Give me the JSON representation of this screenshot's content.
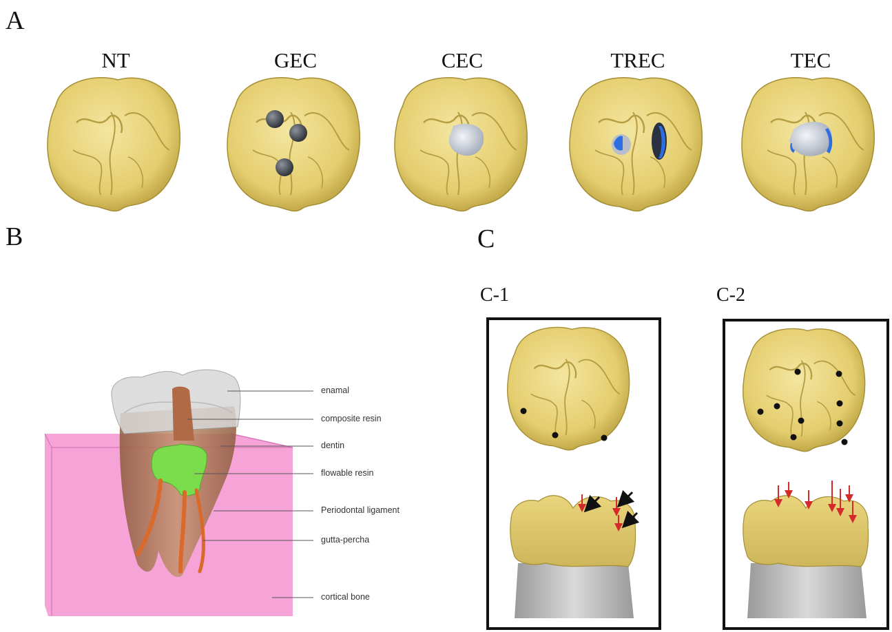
{
  "panels": {
    "a": {
      "letter": "A"
    },
    "b": {
      "letter": "B"
    },
    "c": {
      "letter": "C"
    }
  },
  "teeth": [
    {
      "label": "NT"
    },
    {
      "label": "GEC"
    },
    {
      "label": "CEC"
    },
    {
      "label": "TREC"
    },
    {
      "label": "TEC"
    }
  ],
  "model_labels": [
    {
      "text": "enamal"
    },
    {
      "text": "composite resin"
    },
    {
      "text": "dentin"
    },
    {
      "text": "flowable resin"
    },
    {
      "text": "Periodontal ligament"
    },
    {
      "text": "gutta-percha"
    },
    {
      "text": "cortical bone"
    }
  ],
  "c_subpanels": {
    "c1": {
      "label": "C-1"
    },
    "c2": {
      "label": "C-2"
    }
  },
  "colors": {
    "tooth": "#e7d27a",
    "tooth_shadow": "#b39c3e",
    "cavity": "#cfd5df",
    "blue": "#2d6fe0",
    "bone": "#f59ad3",
    "green": "#7bdc4c",
    "gutta": "#d96a2a",
    "force": "#d42a2a"
  }
}
